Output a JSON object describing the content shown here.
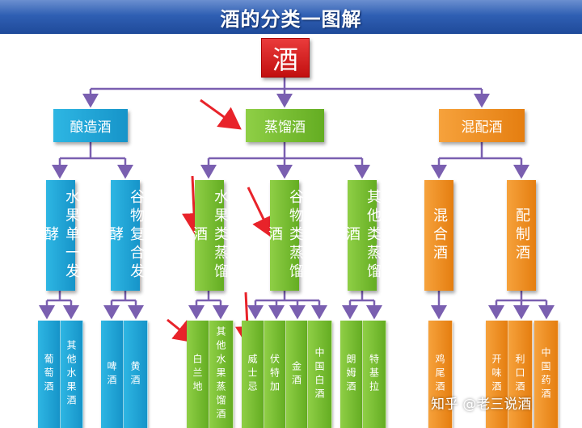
{
  "title": "酒的分类一图解",
  "root": "酒",
  "level1": {
    "brewed": "酿造酒",
    "distilled": "蒸馏酒",
    "blended": "混配酒"
  },
  "level2": {
    "fruit_brew": "水果单一发酵",
    "grain_brew": "谷物复合发酵",
    "fruit_distill": "水果类蒸馏酒",
    "grain_distill": "谷物类蒸馏酒",
    "other_distill": "其他类蒸馏酒",
    "mixed": "混合酒",
    "prepared": "配制酒"
  },
  "level3": {
    "grape_wine": "葡萄酒",
    "other_fruit_wine": "其他水果酒",
    "beer": "啤酒",
    "yellow_wine": "黄酒",
    "brandy": "白兰地",
    "other_fruit_spirits": "其他水果蒸馏酒",
    "whisky": "威士忌",
    "vodka": "伏特加",
    "gin": "金酒",
    "chinese_baijiu": "中国白酒",
    "rum": "朗姆酒",
    "tequila": "特基拉",
    "cocktail": "鸡尾酒",
    "aperitif": "开味酒",
    "liqueur": "利口酒",
    "chinese_medicinal": "中国药酒"
  },
  "watermark": "知乎 @老三说酒",
  "colors": {
    "banner": "#2f5fb3",
    "root": "#d42020",
    "brewed": "#1fa6d8",
    "distilled": "#7cc137",
    "blended": "#f08c1e",
    "connector": "#7a5fb0",
    "highlight_arrow": "#e8232a"
  }
}
